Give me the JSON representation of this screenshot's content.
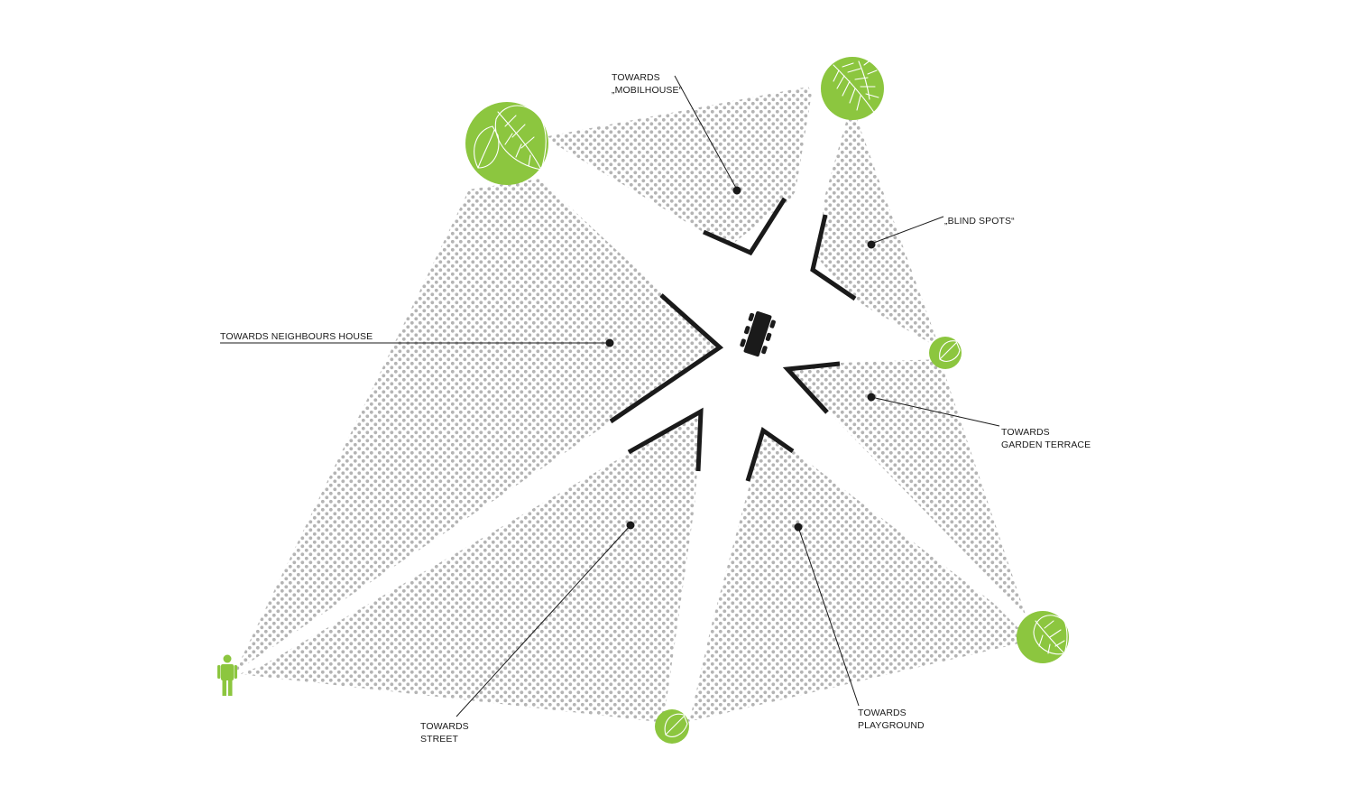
{
  "colors": {
    "tree_green": "#8cc63f",
    "pattern_dot": "#b4b4b4",
    "ink": "#1a1a1a",
    "background": "#ffffff"
  },
  "labels": {
    "mobilhouse": [
      "TOWARDS",
      "„MOBILHOUSE“"
    ],
    "blind_spots": [
      "„BLIND SPOTS“"
    ],
    "neighbours_house": [
      "TOWARDS NEIGHBOURS HOUSE"
    ],
    "garden_terrace": [
      "TOWARDS",
      "GARDEN TERRACE"
    ],
    "street": [
      "TOWARDS",
      "STREET"
    ],
    "playground": [
      "TOWARDS",
      "PLAYGROUND"
    ]
  },
  "icons": {
    "trees": [
      "leaf-tree-icon",
      "palm-tree-icon",
      "small-tree-icon",
      "leaf-tree-icon",
      "small-tree-icon"
    ],
    "person": "person-icon",
    "table": "dining-table-icon"
  }
}
